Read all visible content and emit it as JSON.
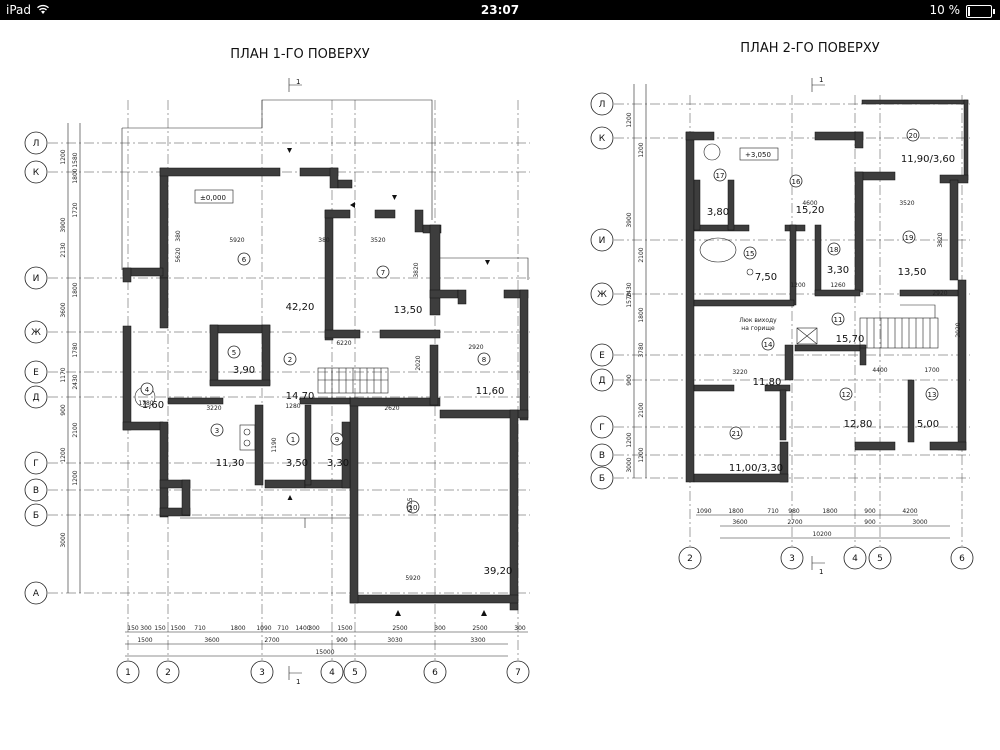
{
  "status_bar": {
    "device": "iPad",
    "time": "23:07",
    "battery": "10 %",
    "battery_level": 0.1
  },
  "plans": [
    {
      "title": "ПЛАН 1-ГО ПОВЕРХУ",
      "level_mark": "±0,000",
      "section_label": "1",
      "row_axes": [
        "Л",
        "К",
        "И",
        "Ж",
        "Е",
        "Д",
        "Г",
        "В",
        "Б",
        "А"
      ],
      "col_axes": [
        "1",
        "2",
        "3",
        "4",
        "5",
        "6",
        "7"
      ],
      "rooms": [
        {
          "num": "1",
          "area": "3,50"
        },
        {
          "num": "2",
          "area": "14,70"
        },
        {
          "num": "3",
          "area": "11,30"
        },
        {
          "num": "4",
          "area": "1,60"
        },
        {
          "num": "5",
          "area": "3,90"
        },
        {
          "num": "6",
          "area": "42,20"
        },
        {
          "num": "7",
          "area": "13,50"
        },
        {
          "num": "8",
          "area": "11,60"
        },
        {
          "num": "9",
          "area": "3,30"
        },
        {
          "num": "10",
          "area": "39,20"
        }
      ],
      "dims_bottom_1": [
        "150",
        "300",
        "150",
        "1500",
        "710",
        "1800",
        "1090",
        "710",
        "1400",
        "300",
        "1500",
        "2500",
        "300",
        "2500",
        "300"
      ],
      "dims_bottom_2": [
        "1500",
        "3600",
        "2700",
        "900",
        "3030",
        "3300"
      ],
      "dims_total": "15000",
      "dims_left": [
        "1200",
        "1800",
        "3900",
        "1720",
        "2130",
        "1800",
        "3600",
        "1780",
        "1170",
        "2430",
        "900",
        "2100",
        "1200",
        "1200",
        "3000",
        "1580"
      ],
      "dims_inner": [
        "5920",
        "5620",
        "380",
        "3520",
        "3820",
        "6220",
        "2920",
        "2020",
        "3220",
        "1780",
        "1280",
        "2620",
        "1190",
        "6215",
        "5920",
        "380"
      ]
    },
    {
      "title": "ПЛАН 2-ГО ПОВЕРХУ",
      "level_mark": "+3,050",
      "section_label": "1",
      "row_axes": [
        "Л",
        "К",
        "И",
        "Ж",
        "Е",
        "Д",
        "Г",
        "В",
        "Б"
      ],
      "col_axes": [
        "2",
        "3",
        "4",
        "5",
        "6"
      ],
      "rooms": [
        {
          "num": "11",
          "area": "15,70"
        },
        {
          "num": "12",
          "area": "12,80"
        },
        {
          "num": "13",
          "area": "5,00"
        },
        {
          "num": "14",
          "area": "11,80"
        },
        {
          "num": "15",
          "area": "7,50"
        },
        {
          "num": "16",
          "area": "15,20"
        },
        {
          "num": "17",
          "area": "3,80"
        },
        {
          "num": "18",
          "area": "3,30"
        },
        {
          "num": "19",
          "area": "13,50"
        },
        {
          "num": "20",
          "area": "11,90/3,60"
        },
        {
          "num": "21",
          "area": "11,00/3,30"
        }
      ],
      "attic_note": [
        "Люк виходу",
        "на горище"
      ],
      "dims_bottom_1": [
        "1090",
        "1800",
        "710",
        "980",
        "1800",
        "900",
        "4200"
      ],
      "dims_bottom_2": [
        "3600",
        "2700",
        "900",
        "3000"
      ],
      "dims_total": "10200",
      "dims_left": [
        "1200",
        "1200",
        "3900",
        "2100",
        "2430",
        "1800",
        "1570",
        "3780",
        "900",
        "2100",
        "1200",
        "1200",
        "3000"
      ],
      "dims_inner": [
        "4600",
        "3520",
        "3820",
        "2920",
        "1200",
        "1260",
        "2020",
        "4400",
        "1700",
        "3220"
      ]
    }
  ]
}
